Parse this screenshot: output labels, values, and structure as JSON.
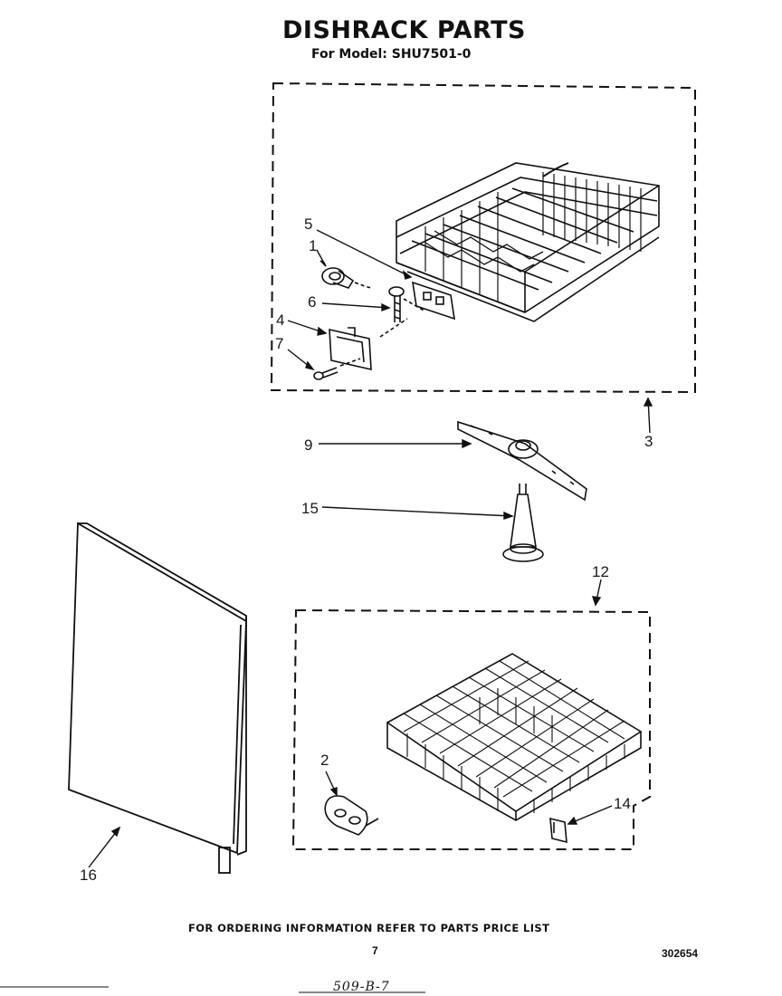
{
  "header": {
    "title": "DISHRACK PARTS",
    "subtitle": "For Model: SHU7501-0"
  },
  "callouts": {
    "c1": "1",
    "c2": "2",
    "c3": "3",
    "c4": "4",
    "c5": "5",
    "c6": "6",
    "c7": "7",
    "c9": "9",
    "c12": "12",
    "c14": "14",
    "c15": "15",
    "c16": "16"
  },
  "footer": {
    "note": "FOR ORDERING INFORMATION REFER TO PARTS PRICE LIST",
    "page_number": "7",
    "doc_code": "302654",
    "handwritten": "509-B-7"
  }
}
